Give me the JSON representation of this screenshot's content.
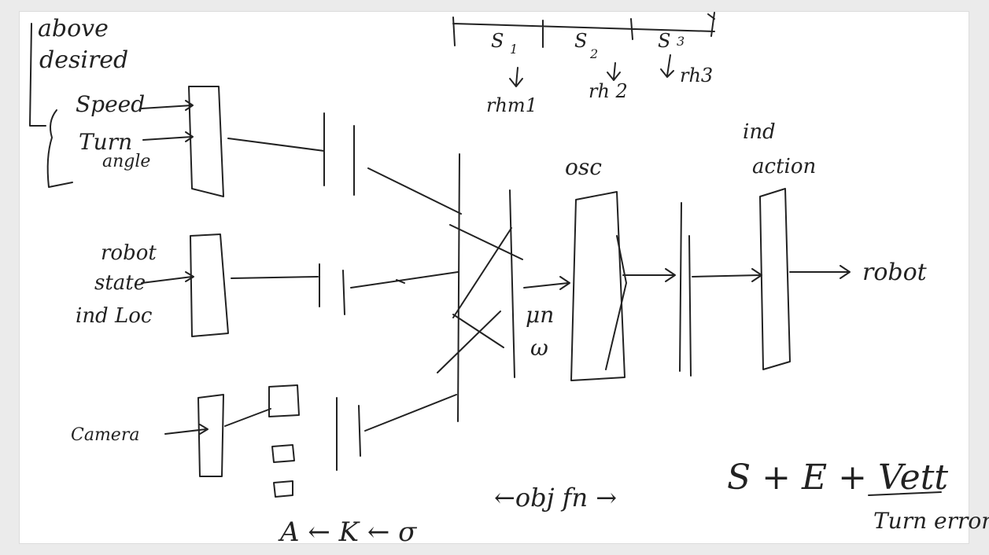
{
  "colors": {
    "background": "#ebebeb",
    "canvas": "#ffffff",
    "ink": "#222222"
  },
  "labels": {
    "above": "above",
    "desired": "desired",
    "speed": "Speed",
    "turn": "Turn",
    "angle": "angle",
    "robot": "robot",
    "state": "state",
    "ind_loc": "ind Loc",
    "camera": "Camera",
    "s1": "S",
    "s1_sub": "1",
    "s2": "S",
    "s2_sub": "2",
    "s3": "S",
    "s3_sub": "3",
    "rhm1": "rhm1",
    "rh2": "rh 2",
    "rh3": "rh3",
    "osc": "osc",
    "ind_action": "ind",
    "action": "action",
    "mu_n": "μn",
    "omega": "ω",
    "robot_out": "robot",
    "a_arrow": "A ← K ← σ",
    "obj_fn": "←obj fn →",
    "formula": "S + E + Vett",
    "turn_error": "Turn error"
  }
}
